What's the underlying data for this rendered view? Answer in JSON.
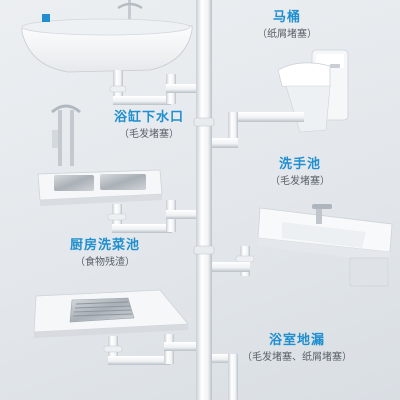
{
  "colors": {
    "accent": "#1f8fcf",
    "pipe": "#ffffff",
    "pipe_edge": "#b9c0c7",
    "fixture": "#f8f9fa",
    "shadow": "#aeb5bc"
  },
  "fixtures": [
    {
      "key": "bathtub",
      "icon": "bathtub-icon",
      "title": "浴缸下水口",
      "note": "（毛发堵塞）"
    },
    {
      "key": "toilet",
      "icon": "toilet-icon",
      "title": "马桶",
      "note": "（纸屑堵塞）"
    },
    {
      "key": "washbasin",
      "icon": "washbasin-icon",
      "title": "洗手池",
      "note": "（毛发堵塞）"
    },
    {
      "key": "kitchen_sink",
      "icon": "kitchen-sink-icon",
      "title": "厨房洗菜池",
      "note": "（食物残渣）"
    },
    {
      "key": "floor_drain",
      "icon": "floor-drain-icon",
      "title": "浴室地漏",
      "note": "（毛发堵塞、纸屑堵塞）"
    }
  ]
}
